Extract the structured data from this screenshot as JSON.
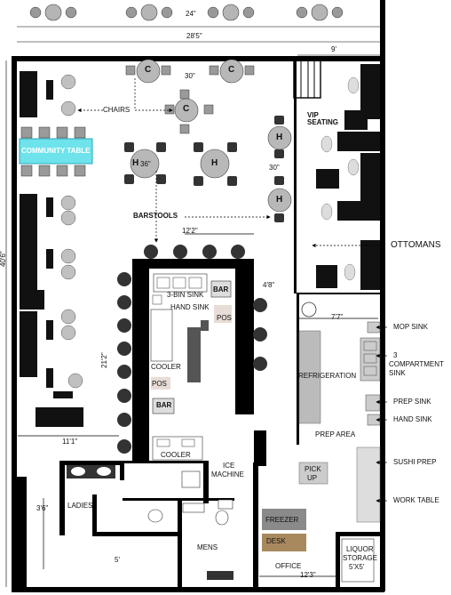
{
  "dimensions": {
    "top_24": "24\"",
    "width_total": "28'5\"",
    "patio_9": "9'",
    "c30": "30\"",
    "h36": "36\"",
    "h30": "30\"",
    "bar_length": "12'2\"",
    "bar_side": "4'8\"",
    "bar_height": "21'2\"",
    "left_depth": "11'1\"",
    "kitchen_width": "7'7\"",
    "building_depth": "40'6\"",
    "hall_3_6": "3'6\"",
    "hall_5": "5'",
    "office_width": "12'3\""
  },
  "labels": {
    "chairs": "CHAIRS",
    "community_table": "COMMUNITY TABLE",
    "vip_seating": "VIP\nSEATING",
    "barstools": "BARSTOOLS",
    "ottomans": "OTTOMANS",
    "three_bin_sink": "3-BIN SINK",
    "hand_sink": "HAND SINK",
    "bar_top": "BAR",
    "bar_bottom": "BAR",
    "pos_right": "POS",
    "pos_left": "POS",
    "cooler_upper": "COOLER",
    "cooler_lower": "COOLER",
    "refrigeration": "REFRIGERATION",
    "prep_area": "PREP AREA",
    "mop_sink": "MOP SINK",
    "compartment_sink_1": "3",
    "compartment_sink_2": "COMPARTMENT",
    "compartment_sink_3": "SINK",
    "prep_sink": "PREP SINK",
    "hand_sink_right": "HAND SINK",
    "sushi_prep": "SUSHI PREP",
    "work_table": "WORK TABLE",
    "pick_up_1": "PICK",
    "pick_up_2": "UP",
    "ice_machine_1": "ICE",
    "ice_machine_2": "MACHINE",
    "ladies": "LADIES",
    "mens": "MENS",
    "freezer": "FREEZER",
    "desk": "DESK",
    "office": "OFFICE",
    "liquor_storage_1": "LIQUOR",
    "liquor_storage_2": "STORAGE",
    "liquor_storage_3": "5'X5'",
    "table_c": "C",
    "table_h": "H"
  },
  "colors": {
    "wall": "#000000",
    "community_table_fill": "#6fe3ec",
    "table_fill": "#b8b8b8",
    "counter_fill": "#c8c8c8",
    "desk_fill": "#a8895e",
    "freezer_fill": "#8a8a8a",
    "pos_fill": "#e7dcd6"
  }
}
